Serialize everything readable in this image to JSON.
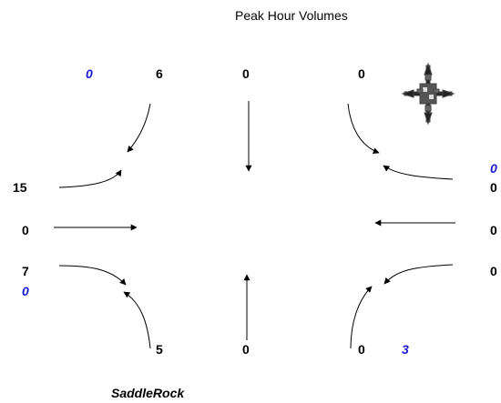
{
  "title": "Peak Hour Volumes",
  "location": "SaddleRock",
  "north_approach": {
    "blue": "0",
    "right_turn": "6",
    "through": "0",
    "left_turn": "0"
  },
  "east_approach": {
    "blue": "0",
    "right_turn": "0",
    "through": "0",
    "left_turn": "0"
  },
  "south_approach": {
    "right_turn": "0",
    "through": "0",
    "left_turn": "5",
    "blue": "3"
  },
  "west_approach": {
    "left_turn": "15",
    "through": "0",
    "right_turn": "7",
    "blue": "0"
  },
  "icons": {
    "compass": "compass-rose-icon"
  },
  "colors": {
    "blue_values": "#1a1ad6",
    "text": "#000000"
  }
}
